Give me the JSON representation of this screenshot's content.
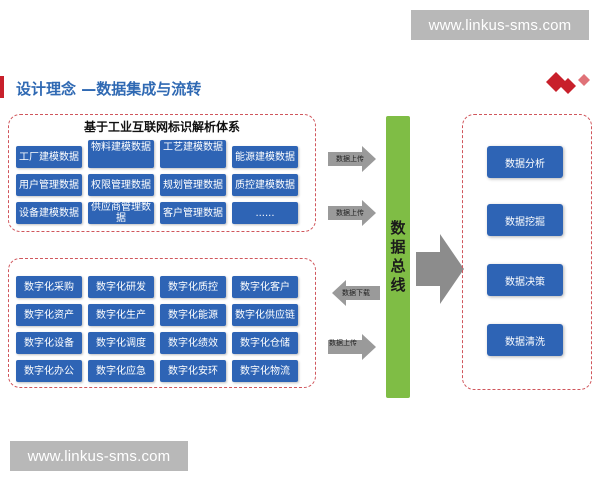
{
  "watermark_top": "www.linkus-sms.com",
  "watermark_bottom": "www.linkus-sms.com",
  "title": "设计理念 —数据集成与流转",
  "top_group": {
    "title": "基于工业互联网标识解析体系",
    "cells": [
      "工厂建模数据",
      "物料建模数据",
      "工艺建模数据",
      "能源建模数据",
      "用户管理数据",
      "权限管理数据",
      "规划管理数据",
      "质控建模数据",
      "设备建模数据",
      "供应商管理数据",
      "客户管理数据",
      "......"
    ]
  },
  "bottom_group": {
    "cells": [
      "数字化采购",
      "数字化研发",
      "数字化质控",
      "数字化客户",
      "数字化资产",
      "数字化生产",
      "数字化能源",
      "数字化供应链",
      "数字化设备",
      "数字化调度",
      "数字化绩效",
      "数字化仓储",
      "数字化办公",
      "数字化应急",
      "数字化安环",
      "数字化物流"
    ]
  },
  "arrows": {
    "upload_1": "数据上传",
    "upload_2": "数据上传",
    "download": "数据下载",
    "upload_3": "数据上传"
  },
  "bus": {
    "chars": [
      "数",
      "据",
      "总",
      "线"
    ]
  },
  "right": [
    "数据分析",
    "数据挖掘",
    "数据决策",
    "数据清洗"
  ],
  "colors": {
    "accent": "#2e64b5",
    "bus": "#7fbd45",
    "border": "#d0565c",
    "title": "#2f69b3"
  }
}
